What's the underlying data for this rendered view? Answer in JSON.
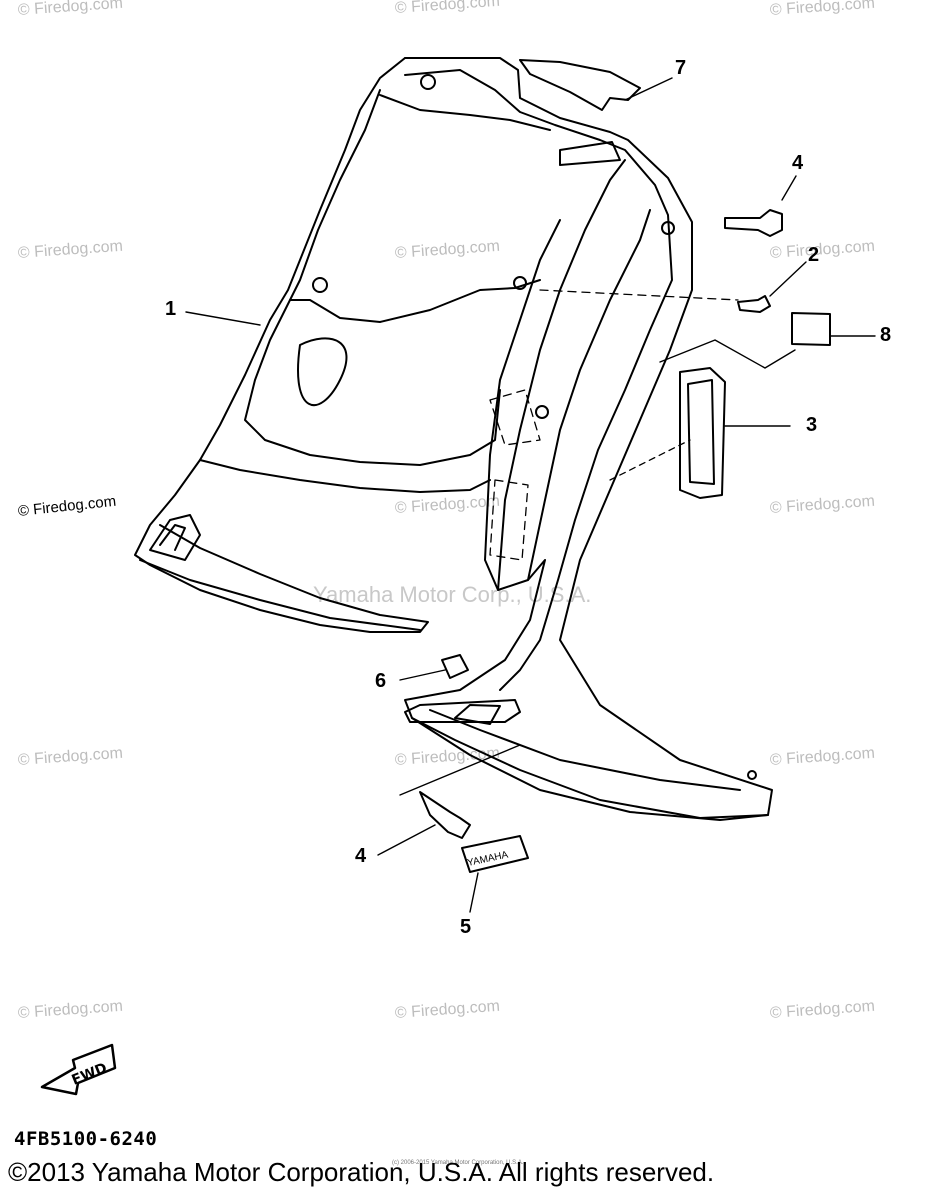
{
  "watermark_text": "© Firedog.com",
  "center_watermark": "Yamaha Motor Corp., U.S.A.",
  "callouts": {
    "c1": "1",
    "c2": "2",
    "c3": "3",
    "c4a": "4",
    "c4b": "4",
    "c5": "5",
    "c6": "6",
    "c7": "7",
    "c8": "8"
  },
  "emblem_text": "YAMAHA",
  "fwd_label": "FWD",
  "diagram_code": "4FB5100-6240",
  "tiny_note": "(c) 2006-2015 Yamaha Motor Corporation, U.S.A.",
  "copyright": "©2013 Yamaha Motor Corporation, U.S.A. All rights reserved."
}
